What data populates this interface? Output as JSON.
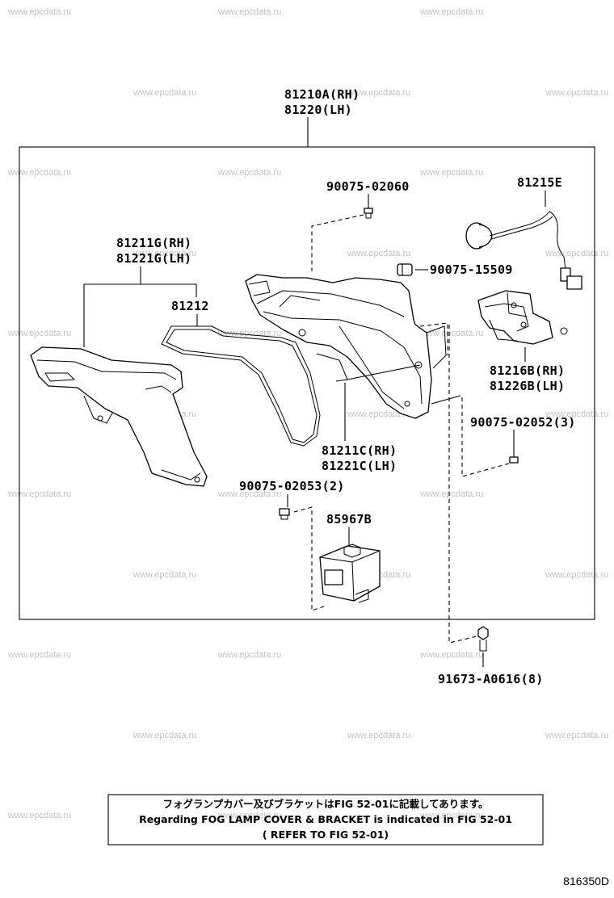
{
  "watermark_text": "www.epcdata.ru",
  "parts": {
    "assembly_rh": "81210A(RH)",
    "assembly_lh": "81220(LH)",
    "screw_top": "90075-02060",
    "socket_wire": "81215E",
    "cover_rh": "81211G(RH)",
    "cover_lh": "81221G(LH)",
    "gasket": "81212",
    "nut": "90075-15509",
    "bracket_rh": "81216B(RH)",
    "bracket_lh": "81226B(LH)",
    "screw_bracket": "90075-02052(3)",
    "housing_rh": "81211C(RH)",
    "housing_lh": "81221C(LH)",
    "screw_left": "90075-02053(2)",
    "module": "85967B",
    "bolt": "91673-A0616(8)"
  },
  "note": {
    "line1": "フォグランプカバー及びブラケットはFIG 52-01に記載してあります。",
    "line2": "Regarding FOG LAMP COVER & BRACKET is indicated in FIG 52-01",
    "line3": "( REFER TO FIG 52-01)"
  },
  "figure_id": "816350D"
}
